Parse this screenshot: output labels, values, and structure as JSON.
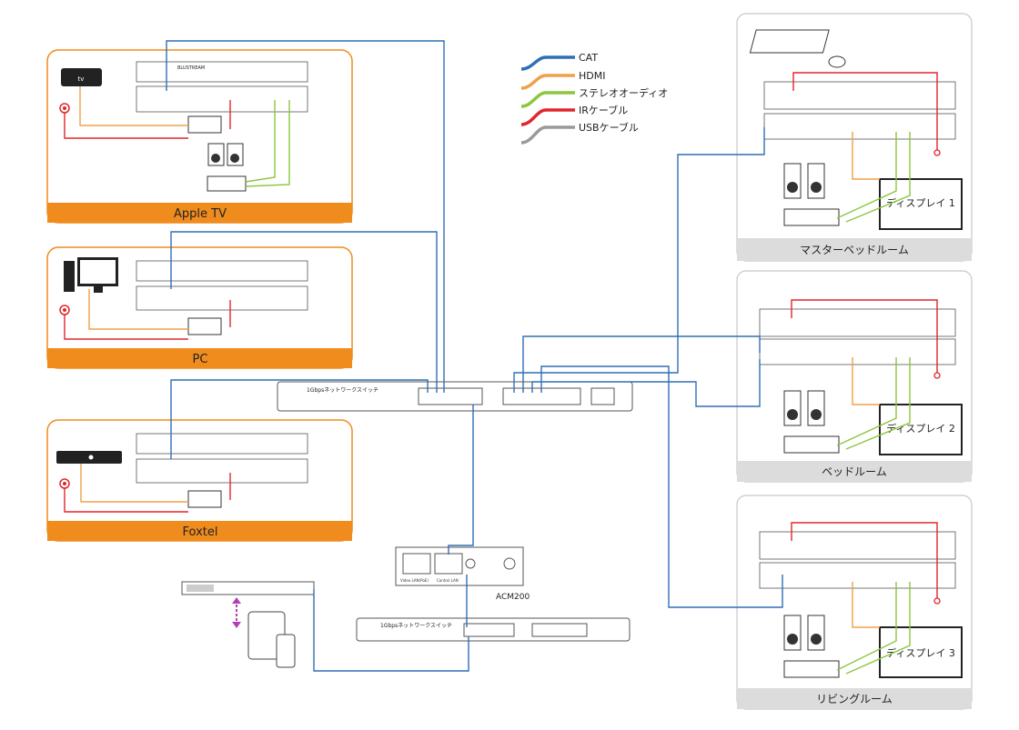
{
  "legend": {
    "items": [
      {
        "label": "CAT",
        "color": "#2f6fb5"
      },
      {
        "label": "HDMI",
        "color": "#f0a04b"
      },
      {
        "label": "ステレオオーディオ",
        "color": "#8cc63f"
      },
      {
        "label": "IRケーブル",
        "color": "#e0262b"
      },
      {
        "label": "USBケーブル",
        "color": "#9a9a9a"
      }
    ]
  },
  "sources": [
    {
      "label": "Apple TV"
    },
    {
      "label": "PC"
    },
    {
      "label": "Foxtel"
    }
  ],
  "rooms": [
    {
      "label": "マスターベッドルーム",
      "display_label": "ディスプレイ 1"
    },
    {
      "label": "ベッドルーム",
      "display_label": "ディスプレイ 2"
    },
    {
      "label": "リビングルーム",
      "display_label": "ディスプレイ 3"
    }
  ],
  "switch_main": {
    "label": "1Gbpsネットワークスイッチ"
  },
  "switch_control": {
    "label": "1Gbpsネットワークスイッチ"
  },
  "acm": {
    "label": "ACM200",
    "port_video": "Video LAN(PoE)",
    "port_control": "Control LAN"
  },
  "brand": "BLUSTREAM",
  "colors": {
    "cat": "#2f6fb5",
    "hdmi": "#f0a04b",
    "audio": "#8cc63f",
    "ir": "#e0262b",
    "usb": "#9a9a9a",
    "source_border": "#f08c1e",
    "room_border": "#c8c8c8"
  }
}
